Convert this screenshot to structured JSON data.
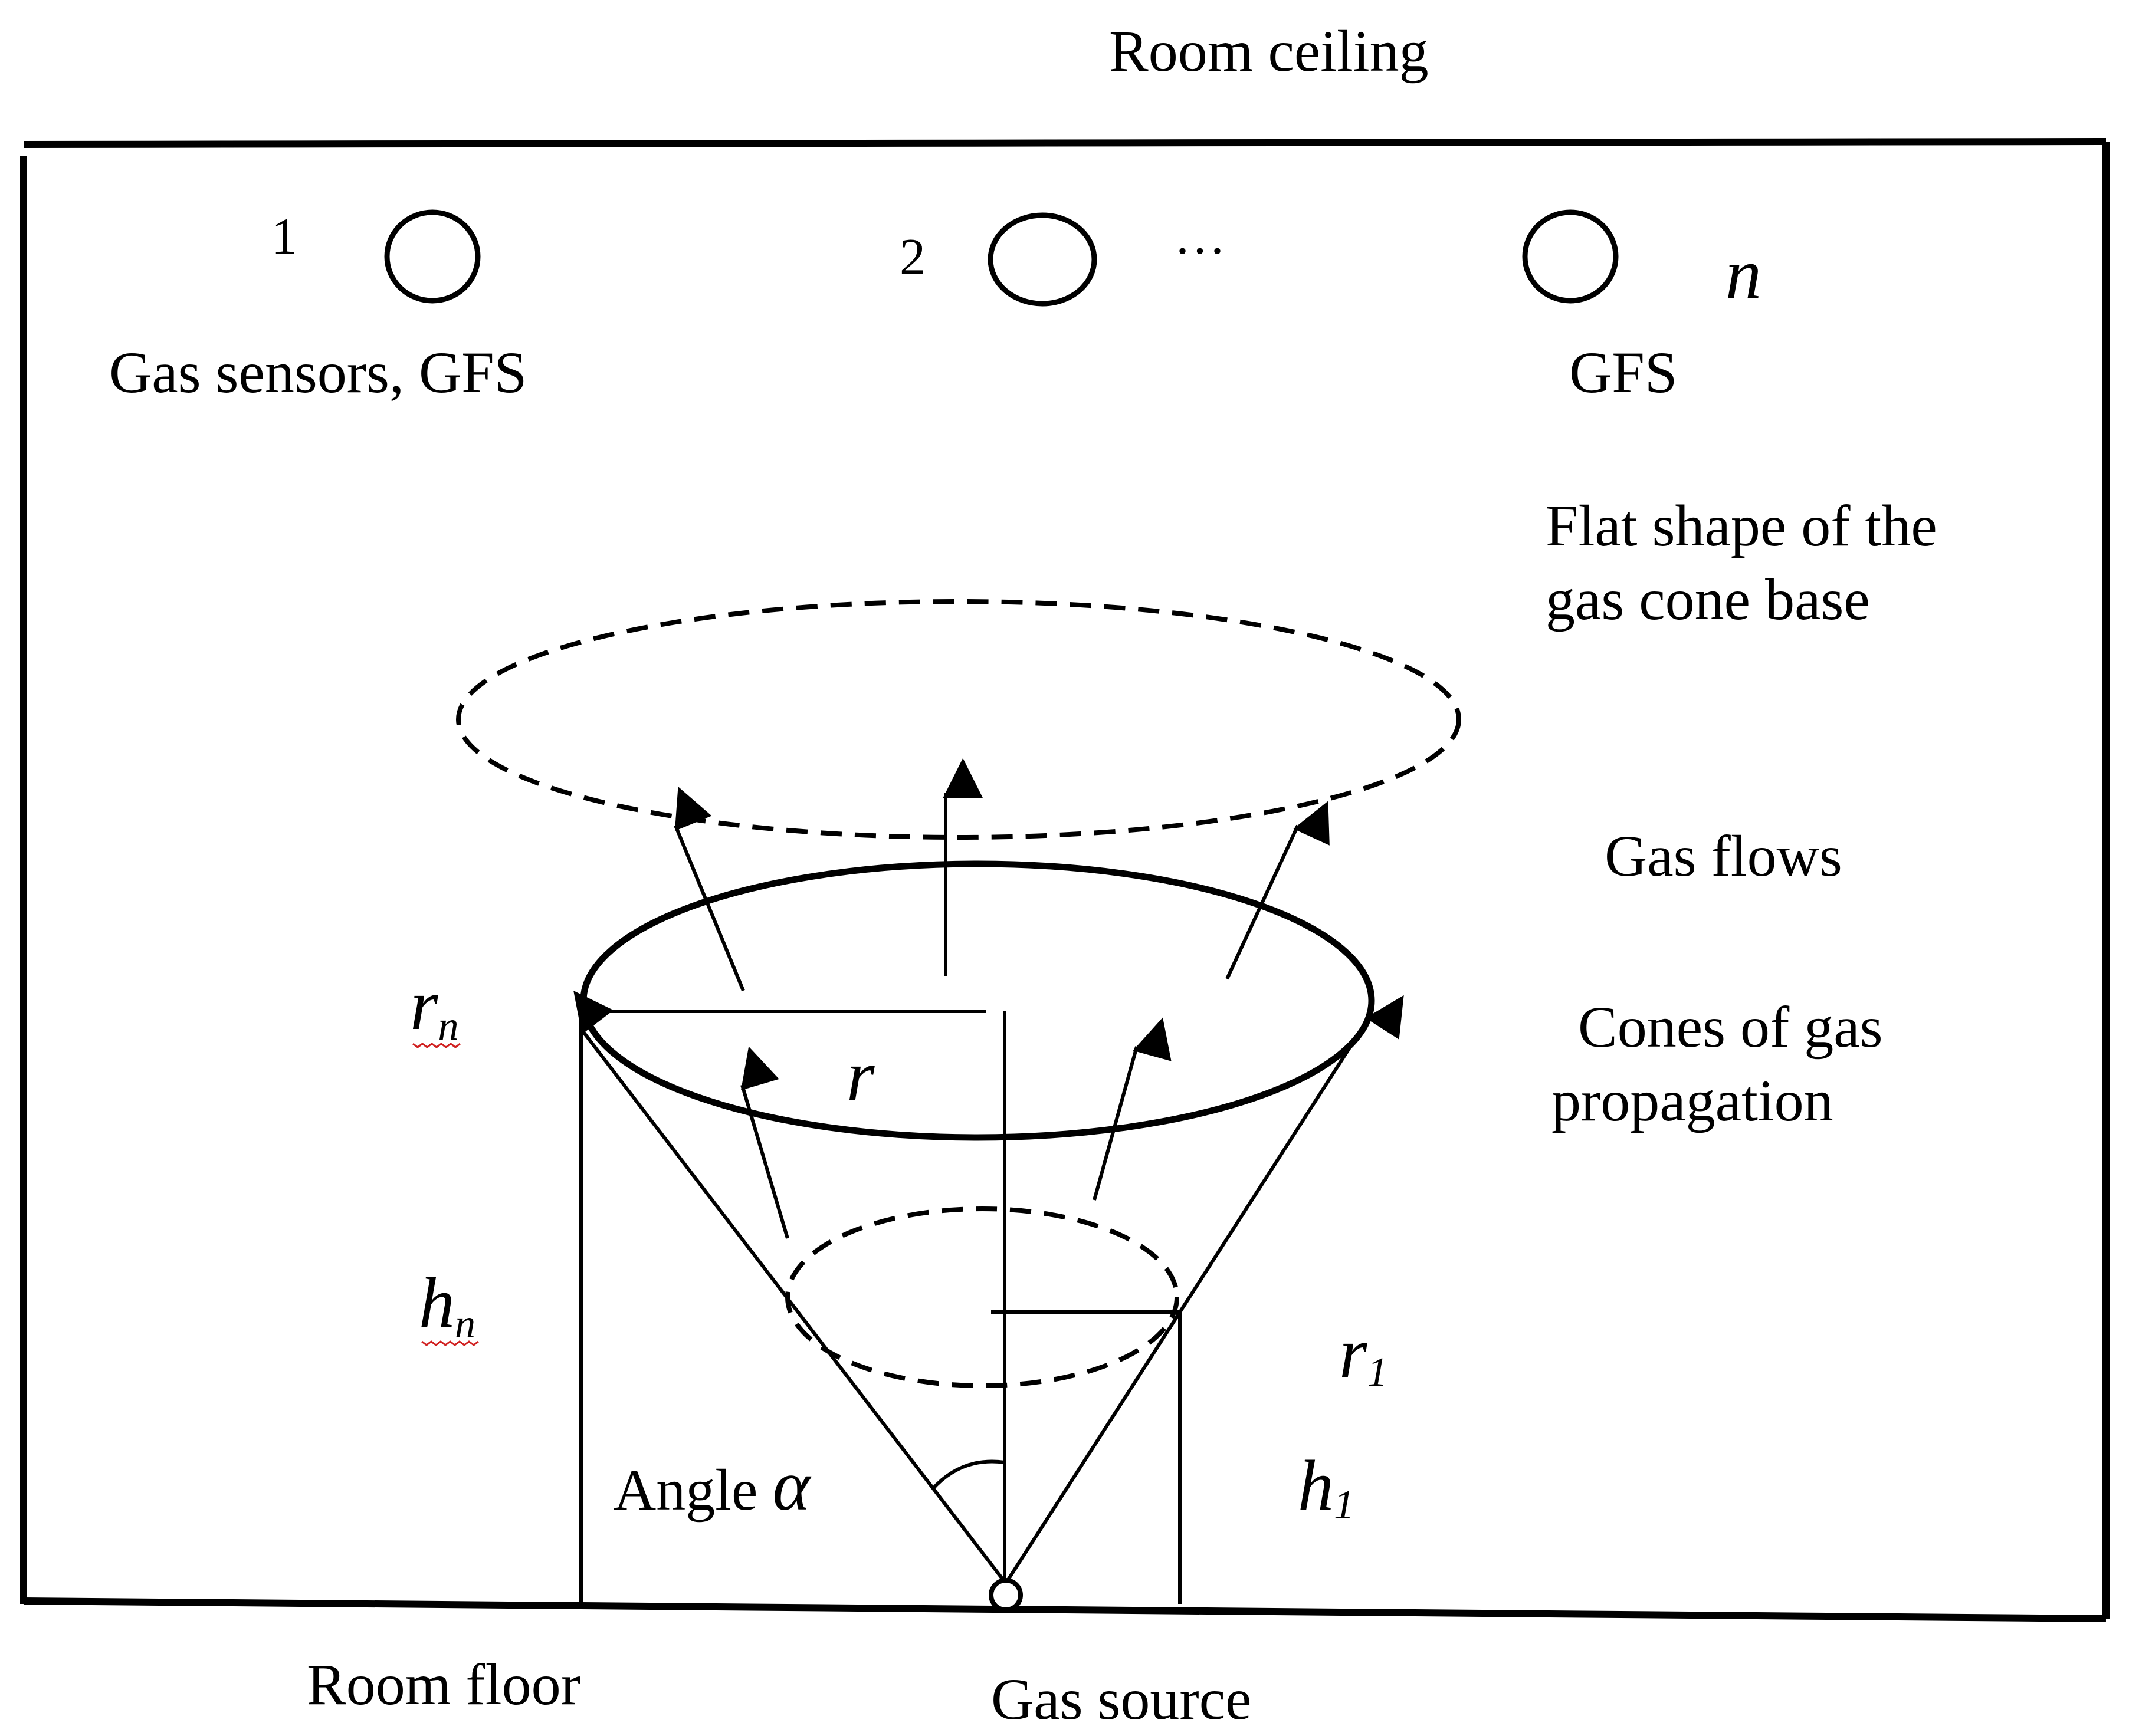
{
  "labels": {
    "ceiling": "Room ceiling",
    "floor": "Room floor",
    "source": "Gas source",
    "sensors": "Gas sensors, GFS",
    "gfs": "GFS",
    "flat_shape_line1": "Flat shape of the",
    "flat_shape_line2": "gas cone base",
    "gas_flows": "Gas flows",
    "cones_line1": "Cones of gas",
    "cones_line2": "propagation",
    "angle": "Angle",
    "alpha": "α"
  },
  "sensors": [
    {
      "label": "1"
    },
    {
      "label": "2"
    },
    {
      "label": "n"
    }
  ],
  "ellipsis": "…",
  "symbols": {
    "r_n": {
      "base": "r",
      "sub": "n"
    },
    "h_n": {
      "base": "h",
      "sub": "n"
    },
    "r": {
      "base": "r"
    },
    "r_1": {
      "base": "r",
      "sub": "1"
    },
    "h_1": {
      "base": "h",
      "sub": "1"
    }
  }
}
